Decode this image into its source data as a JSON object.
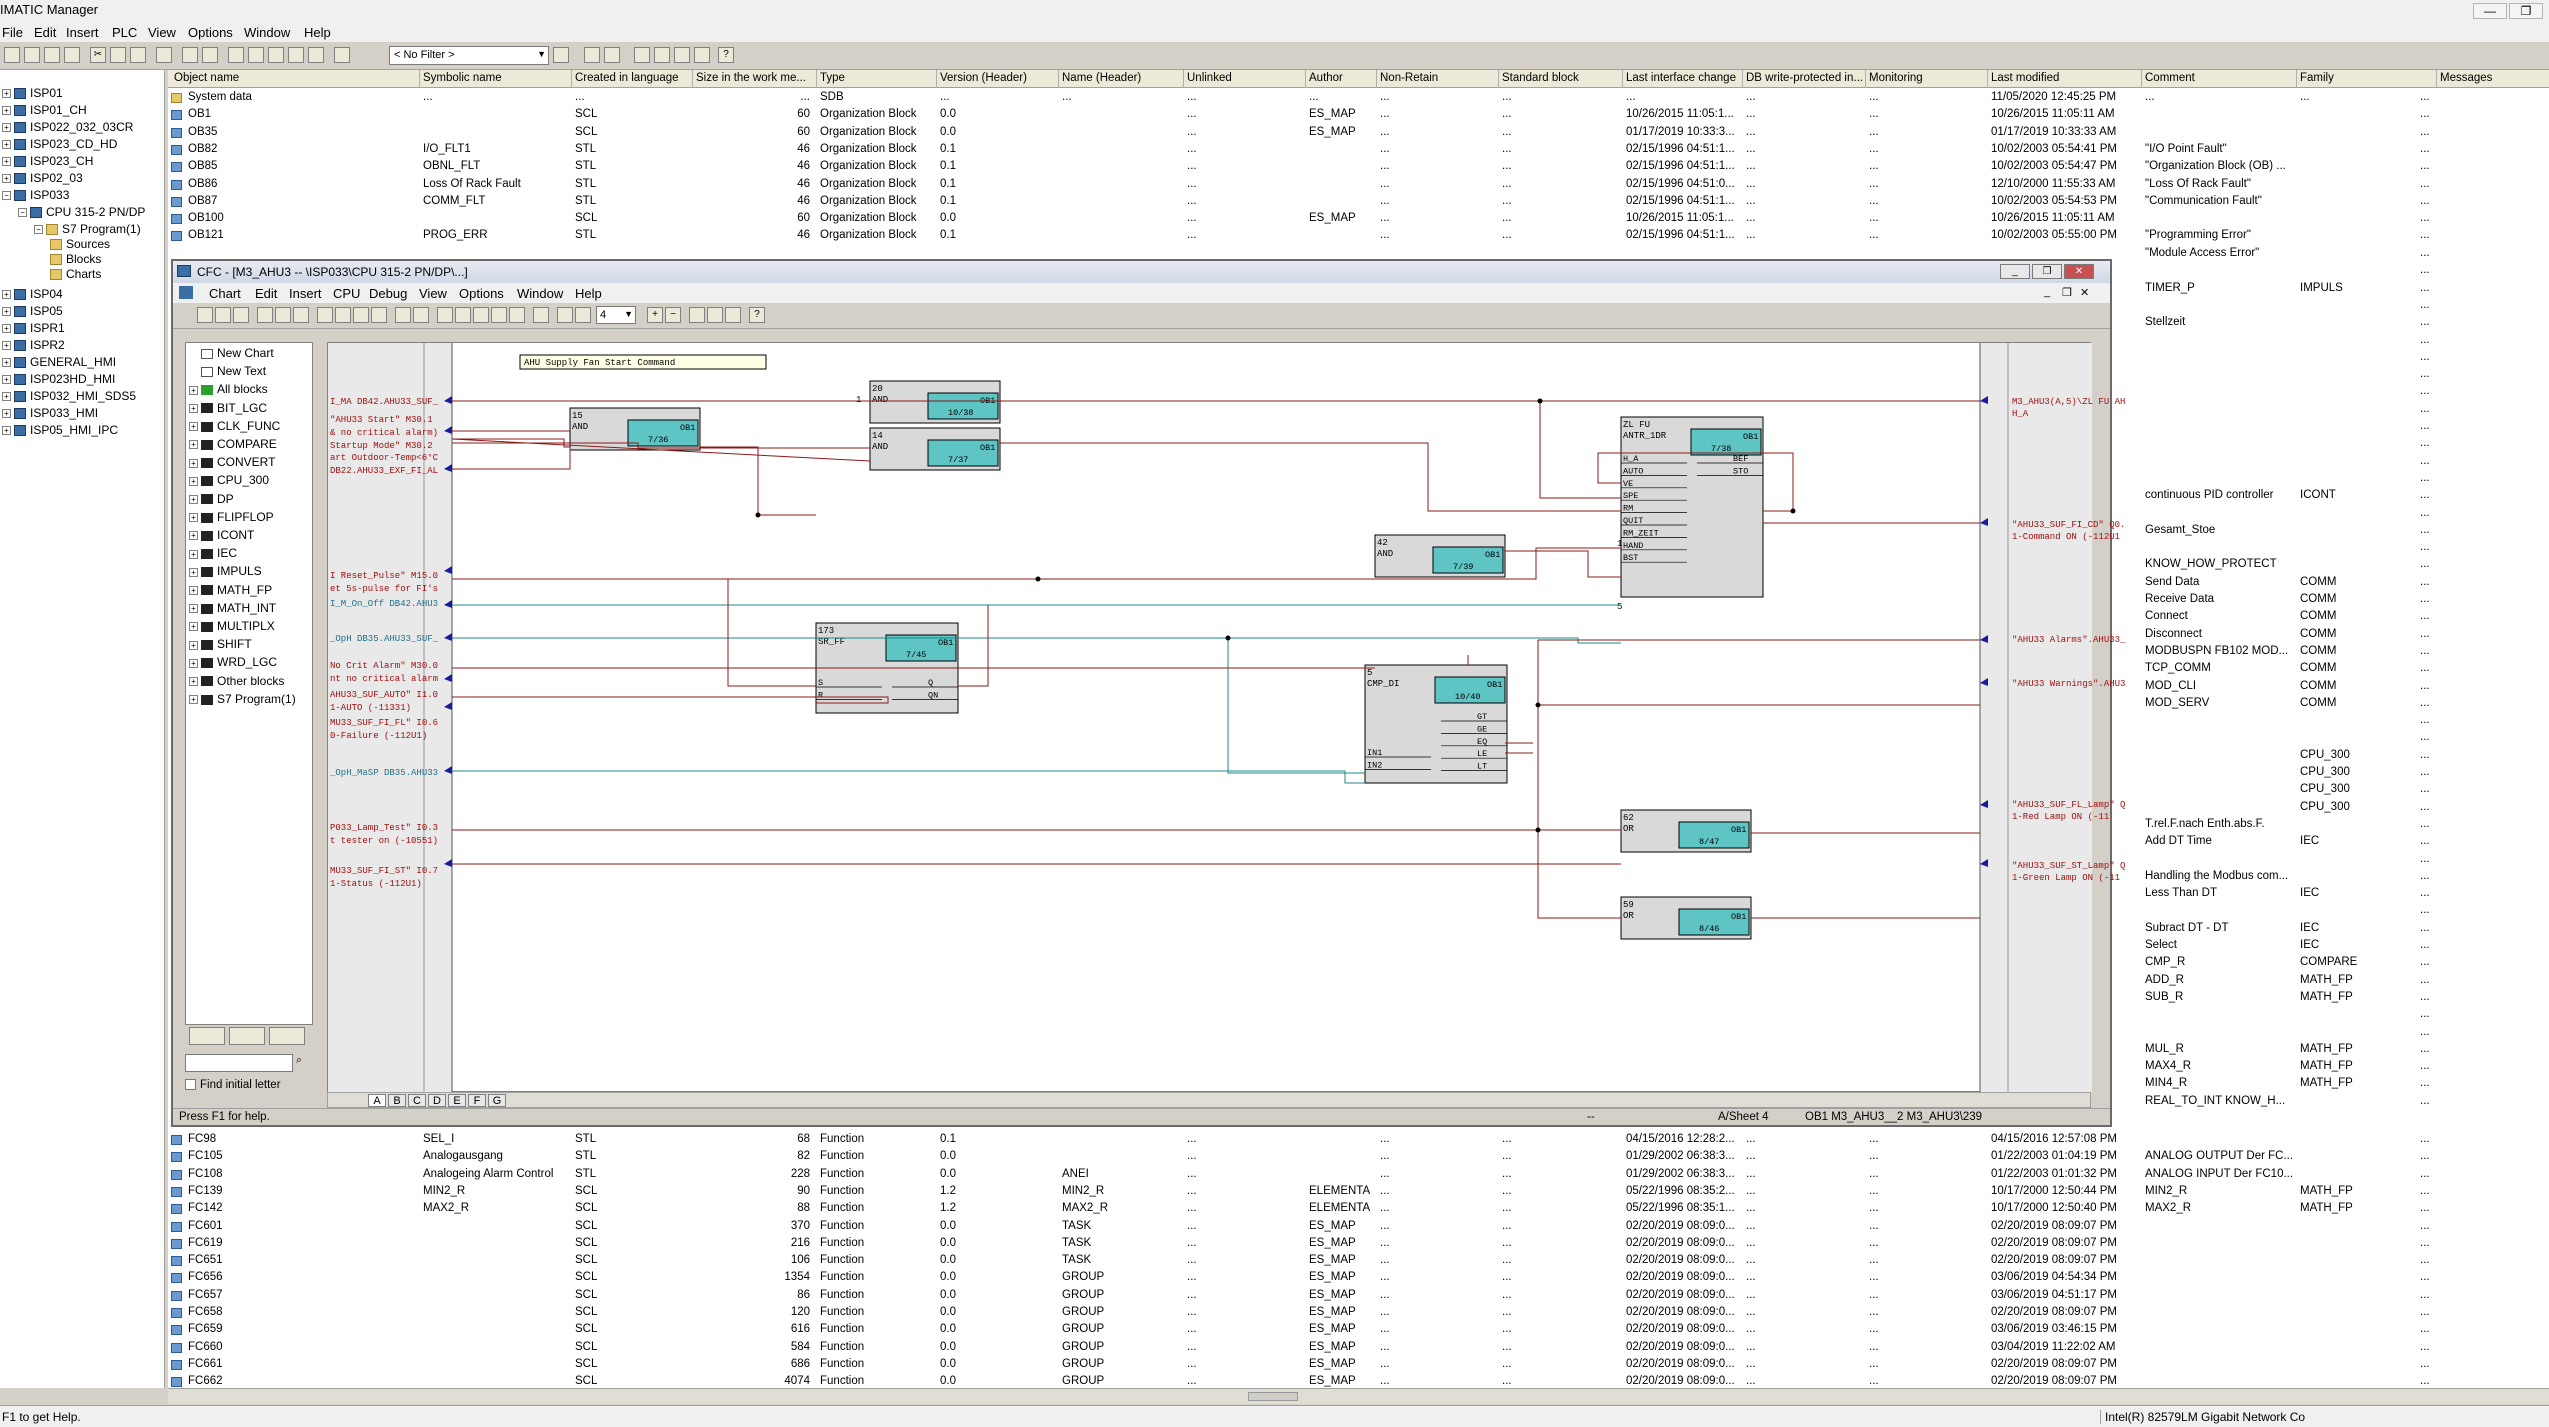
{
  "app": {
    "title": "IMATIC Manager",
    "window_controls": [
      "—",
      "❐",
      "✕"
    ],
    "menu": [
      "File",
      "Edit",
      "Insert",
      "PLC",
      "View",
      "Options",
      "Window",
      "Help"
    ],
    "filter_value": "< No Filter >"
  },
  "tree": [
    {
      "label": "ISP01",
      "expander": "+",
      "level": 0
    },
    {
      "label": "ISP01_CH",
      "expander": "+",
      "level": 0
    },
    {
      "label": "ISP022_032_03CR",
      "expander": "+",
      "level": 0
    },
    {
      "label": "ISP023_CD_HD",
      "expander": "+",
      "level": 0
    },
    {
      "label": "ISP023_CH",
      "expander": "+",
      "level": 0
    },
    {
      "label": "ISP02_03",
      "expander": "+",
      "level": 0
    },
    {
      "label": "ISP033",
      "expander": "−",
      "level": 0
    },
    {
      "label": "CPU 315-2 PN/DP",
      "expander": "−",
      "level": 1
    },
    {
      "label": "S7 Program(1)",
      "expander": "−",
      "level": 2
    },
    {
      "label": "Sources",
      "expander": "",
      "level": 3
    },
    {
      "label": "Blocks",
      "expander": "",
      "level": 3
    },
    {
      "label": "Charts",
      "expander": "",
      "level": 3
    },
    {
      "label": "ISP04",
      "expander": "+",
      "level": 0
    },
    {
      "label": "ISP05",
      "expander": "+",
      "level": 0
    },
    {
      "label": "ISPR1",
      "expander": "+",
      "level": 0
    },
    {
      "label": "ISPR2",
      "expander": "+",
      "level": 0
    },
    {
      "label": "GENERAL_HMI",
      "expander": "+",
      "level": 0
    },
    {
      "label": "ISP023HD_HMI",
      "expander": "+",
      "level": 0
    },
    {
      "label": "ISP032_HMI_SDS5",
      "expander": "+",
      "level": 0
    },
    {
      "label": "ISP033_HMI",
      "expander": "+",
      "level": 0
    },
    {
      "label": "ISP05_HMI_IPC",
      "expander": "+",
      "level": 0
    }
  ],
  "columns": [
    "Object name",
    "Symbolic name",
    "Created in language",
    "Size in the work me...",
    "Type",
    "Version (Header)",
    "Name (Header)",
    "Unlinked",
    "Author",
    "Non-Retain",
    "Standard block",
    "Last interface change",
    "DB write-protected in...",
    "Monitoring",
    "Last modified",
    "Comment",
    "Family",
    "Messages"
  ],
  "rows_top": [
    [
      "System data",
      "...",
      "...",
      "...",
      "SDB",
      "...",
      "...",
      "...",
      "...",
      "...",
      "...",
      "...",
      "...",
      "...",
      "11/05/2020 12:45:25 PM",
      "...",
      "...",
      "..."
    ],
    [
      "OB1",
      "",
      "SCL",
      "60",
      "Organization Block",
      "0.0",
      "",
      "...",
      "ES_MAP",
      "...",
      "...",
      "10/26/2015 11:05:1...",
      "...",
      "...",
      "10/26/2015 11:05:11 AM",
      "",
      "",
      "..."
    ],
    [
      "OB35",
      "",
      "SCL",
      "60",
      "Organization Block",
      "0.0",
      "",
      "...",
      "ES_MAP",
      "...",
      "...",
      "01/17/2019 10:33:3...",
      "...",
      "...",
      "01/17/2019 10:33:33 AM",
      "",
      "",
      "..."
    ],
    [
      "OB82",
      "I/O_FLT1",
      "STL",
      "46",
      "Organization Block",
      "0.1",
      "",
      "...",
      "",
      "...",
      "...",
      "02/15/1996 04:51:1...",
      "...",
      "...",
      "10/02/2003 05:54:41 PM",
      "\"I/O Point Fault\"",
      "",
      "..."
    ],
    [
      "OB85",
      "OBNL_FLT",
      "STL",
      "46",
      "Organization Block",
      "0.1",
      "",
      "...",
      "",
      "...",
      "...",
      "02/15/1996 04:51:1...",
      "...",
      "...",
      "10/02/2003 05:54:47 PM",
      "\"Organization Block (OB) ...",
      "",
      "..."
    ],
    [
      "OB86",
      "Loss Of Rack Fault",
      "STL",
      "46",
      "Organization Block",
      "0.1",
      "",
      "...",
      "",
      "...",
      "...",
      "02/15/1996 04:51:0...",
      "...",
      "...",
      "12/10/2000 11:55:33 AM",
      "\"Loss Of Rack Fault\"",
      "",
      "..."
    ],
    [
      "OB87",
      "COMM_FLT",
      "STL",
      "46",
      "Organization Block",
      "0.1",
      "",
      "...",
      "",
      "...",
      "...",
      "02/15/1996 04:51:1...",
      "...",
      "...",
      "10/02/2003 05:54:53 PM",
      "\"Communication Fault\"",
      "",
      "..."
    ],
    [
      "OB100",
      "",
      "SCL",
      "60",
      "Organization Block",
      "0.0",
      "",
      "...",
      "ES_MAP",
      "...",
      "...",
      "10/26/2015 11:05:1...",
      "...",
      "...",
      "10/26/2015 11:05:11 AM",
      "",
      "",
      "..."
    ],
    [
      "OB121",
      "PROG_ERR",
      "STL",
      "46",
      "Organization Block",
      "0.1",
      "",
      "...",
      "",
      "...",
      "...",
      "02/15/1996 04:51:1...",
      "...",
      "...",
      "10/02/2003 05:55:00 PM",
      "\"Programming Error\"",
      "",
      "..."
    ]
  ],
  "rows_side": [
    {
      "comment": "\"Module Access Error\"",
      "family": "",
      "msg": "..."
    },
    {
      "comment": "",
      "family": "",
      "msg": "..."
    },
    {
      "comment": "TIMER_P",
      "family": "IMPULS",
      "msg": "..."
    },
    {
      "comment": "",
      "family": "",
      "msg": "..."
    },
    {
      "comment": "Stellzeit",
      "family": "",
      "msg": "..."
    },
    {
      "comment": "",
      "family": "",
      "msg": "..."
    },
    {
      "comment": "",
      "family": "",
      "msg": "..."
    },
    {
      "comment": "",
      "family": "",
      "msg": "..."
    },
    {
      "comment": "",
      "family": "",
      "msg": "..."
    },
    {
      "comment": "",
      "family": "",
      "msg": "..."
    },
    {
      "comment": "",
      "family": "",
      "msg": "..."
    },
    {
      "comment": "",
      "family": "",
      "msg": "..."
    },
    {
      "comment": "",
      "family": "",
      "msg": "..."
    },
    {
      "comment": "",
      "family": "",
      "msg": "..."
    },
    {
      "comment": "continuous PID controller",
      "family": "ICONT",
      "msg": "..."
    },
    {
      "comment": "",
      "family": "",
      "msg": "..."
    },
    {
      "comment": "Gesamt_Stoe",
      "family": "",
      "msg": "..."
    },
    {
      "comment": "",
      "family": "",
      "msg": "..."
    },
    {
      "comment": "KNOW_HOW_PROTECT",
      "family": "",
      "msg": "..."
    },
    {
      "comment": "Send Data",
      "family": "COMM",
      "msg": "..."
    },
    {
      "comment": "Receive Data",
      "family": "COMM",
      "msg": "..."
    },
    {
      "comment": "Connect",
      "family": "COMM",
      "msg": "..."
    },
    {
      "comment": "Disconnect",
      "family": "COMM",
      "msg": "..."
    },
    {
      "comment": "MODBUSPN FB102 MOD...",
      "family": "COMM",
      "msg": "..."
    },
    {
      "comment": "TCP_COMM",
      "family": "COMM",
      "msg": "..."
    },
    {
      "comment": "MOD_CLI",
      "family": "COMM",
      "msg": "..."
    },
    {
      "comment": "MOD_SERV",
      "family": "COMM",
      "msg": "..."
    },
    {
      "comment": "",
      "family": "",
      "msg": "..."
    },
    {
      "comment": "",
      "family": "",
      "msg": "..."
    },
    {
      "comment": "",
      "family": "CPU_300",
      "msg": "..."
    },
    {
      "comment": "",
      "family": "CPU_300",
      "msg": "..."
    },
    {
      "comment": "",
      "family": "CPU_300",
      "msg": "..."
    },
    {
      "comment": "",
      "family": "CPU_300",
      "msg": "..."
    },
    {
      "comment": "T.rel.F.nach Enth.abs.F.",
      "family": "",
      "msg": "..."
    },
    {
      "comment": "Add DT Time",
      "family": "IEC",
      "msg": "..."
    },
    {
      "comment": "",
      "family": "",
      "msg": "..."
    },
    {
      "comment": "Handling the Modbus com...",
      "family": "",
      "msg": "..."
    },
    {
      "comment": "Less Than DT",
      "family": "IEC",
      "msg": "..."
    },
    {
      "comment": "",
      "family": "",
      "msg": "..."
    },
    {
      "comment": "Subract DT - DT",
      "family": "IEC",
      "msg": "..."
    },
    {
      "comment": "Select",
      "family": "IEC",
      "msg": "..."
    },
    {
      "comment": "CMP_R",
      "family": "COMPARE",
      "msg": "..."
    },
    {
      "comment": "ADD_R",
      "family": "MATH_FP",
      "msg": "..."
    },
    {
      "comment": "SUB_R",
      "family": "MATH_FP",
      "msg": "..."
    },
    {
      "comment": "",
      "family": "",
      "msg": "..."
    },
    {
      "comment": "",
      "family": "",
      "msg": "..."
    },
    {
      "comment": "MUL_R",
      "family": "MATH_FP",
      "msg": "..."
    },
    {
      "comment": "MAX4_R",
      "family": "MATH_FP",
      "msg": "..."
    },
    {
      "comment": "MIN4_R",
      "family": "MATH_FP",
      "msg": "..."
    },
    {
      "comment": "REAL_TO_INT KNOW_H...",
      "family": "",
      "msg": "..."
    }
  ],
  "rows_bottom": [
    [
      "FC98",
      "SEL_I",
      "STL",
      "68",
      "Function",
      "0.1",
      "",
      "...",
      "",
      "...",
      "...",
      "04/15/2016 12:28:2...",
      "...",
      "...",
      "04/15/2016 12:57:08 PM",
      "",
      "",
      "..."
    ],
    [
      "FC105",
      "Analogausgang",
      "STL",
      "82",
      "Function",
      "0.0",
      "",
      "...",
      "",
      "...",
      "...",
      "01/29/2002 06:38:3...",
      "...",
      "...",
      "01/22/2003 01:04:19 PM",
      "ANALOG OUTPUT Der FC...",
      "",
      "..."
    ],
    [
      "FC108",
      "Analogeing Alarm Control",
      "STL",
      "228",
      "Function",
      "0.0",
      "ANEI",
      "...",
      "",
      "...",
      "...",
      "01/29/2002 06:38:3...",
      "...",
      "...",
      "01/22/2003 01:01:32 PM",
      "ANALOG INPUT Der FC10...",
      "",
      "..."
    ],
    [
      "FC139",
      "MIN2_R",
      "SCL",
      "90",
      "Function",
      "1.2",
      "MIN2_R",
      "...",
      "ELEMENTA",
      "...",
      "...",
      "05/22/1996 08:35:2...",
      "...",
      "...",
      "10/17/2000 12:50:44 PM",
      "MIN2_R",
      "MATH_FP",
      "..."
    ],
    [
      "FC142",
      "MAX2_R",
      "SCL",
      "88",
      "Function",
      "1.2",
      "MAX2_R",
      "...",
      "ELEMENTA",
      "...",
      "...",
      "05/22/1996 08:35:1...",
      "...",
      "...",
      "10/17/2000 12:50:40 PM",
      "MAX2_R",
      "MATH_FP",
      "..."
    ],
    [
      "FC601",
      "",
      "SCL",
      "370",
      "Function",
      "0.0",
      "TASK",
      "...",
      "ES_MAP",
      "...",
      "...",
      "02/20/2019 08:09:0...",
      "...",
      "...",
      "02/20/2019 08:09:07 PM",
      "",
      "",
      "..."
    ],
    [
      "FC619",
      "",
      "SCL",
      "216",
      "Function",
      "0.0",
      "TASK",
      "...",
      "ES_MAP",
      "...",
      "...",
      "02/20/2019 08:09:0...",
      "...",
      "...",
      "02/20/2019 08:09:07 PM",
      "",
      "",
      "..."
    ],
    [
      "FC651",
      "",
      "SCL",
      "106",
      "Function",
      "0.0",
      "TASK",
      "...",
      "ES_MAP",
      "...",
      "...",
      "02/20/2019 08:09:0...",
      "...",
      "...",
      "02/20/2019 08:09:07 PM",
      "",
      "",
      "..."
    ],
    [
      "FC656",
      "",
      "SCL",
      "1354",
      "Function",
      "0.0",
      "GROUP",
      "...",
      "ES_MAP",
      "...",
      "...",
      "02/20/2019 08:09:0...",
      "...",
      "...",
      "03/06/2019 04:54:34 PM",
      "",
      "",
      "..."
    ],
    [
      "FC657",
      "",
      "SCL",
      "86",
      "Function",
      "0.0",
      "GROUP",
      "...",
      "ES_MAP",
      "...",
      "...",
      "02/20/2019 08:09:0...",
      "...",
      "...",
      "03/06/2019 04:51:17 PM",
      "",
      "",
      "..."
    ],
    [
      "FC658",
      "",
      "SCL",
      "120",
      "Function",
      "0.0",
      "GROUP",
      "...",
      "ES_MAP",
      "...",
      "...",
      "02/20/2019 08:09:0...",
      "...",
      "...",
      "02/20/2019 08:09:07 PM",
      "",
      "",
      "..."
    ],
    [
      "FC659",
      "",
      "SCL",
      "616",
      "Function",
      "0.0",
      "GROUP",
      "...",
      "ES_MAP",
      "...",
      "...",
      "02/20/2019 08:09:0...",
      "...",
      "...",
      "03/06/2019 03:46:15 PM",
      "",
      "",
      "..."
    ],
    [
      "FC660",
      "",
      "SCL",
      "584",
      "Function",
      "0.0",
      "GROUP",
      "...",
      "ES_MAP",
      "...",
      "...",
      "02/20/2019 08:09:0...",
      "...",
      "...",
      "03/04/2019 11:22:02 AM",
      "",
      "",
      "..."
    ],
    [
      "FC661",
      "",
      "SCL",
      "686",
      "Function",
      "0.0",
      "GROUP",
      "...",
      "ES_MAP",
      "...",
      "...",
      "02/20/2019 08:09:0...",
      "...",
      "...",
      "02/20/2019 08:09:07 PM",
      "",
      "",
      "..."
    ],
    [
      "FC662",
      "",
      "SCL",
      "4074",
      "Function",
      "0.0",
      "GROUP",
      "...",
      "ES_MAP",
      "...",
      "...",
      "02/20/2019 08:09:0...",
      "...",
      "...",
      "02/20/2019 08:09:07 PM",
      "",
      "",
      "..."
    ]
  ],
  "status": {
    "left": "F1 to get Help.",
    "right": "Intel(R) 82579LM Gigabit Network Co"
  },
  "cfc": {
    "title": "CFC - [M3_AHU3 --                            \\ISP033\\CPU 315-2 PN/DP\\...]",
    "menu": [
      "Chart",
      "Edit",
      "Insert",
      "CPU",
      "Debug",
      "View",
      "Options",
      "Window",
      "Help"
    ],
    "zoom_value": "4",
    "library": [
      {
        "label": "New Chart",
        "expander": ""
      },
      {
        "label": "New Text",
        "expander": ""
      },
      {
        "label": "All blocks",
        "expander": "+"
      },
      {
        "label": "BIT_LGC",
        "expander": "+"
      },
      {
        "label": "CLK_FUNC",
        "expander": "+"
      },
      {
        "label": "COMPARE",
        "expander": "+"
      },
      {
        "label": "CONVERT",
        "expander": "+"
      },
      {
        "label": "CPU_300",
        "expander": "+"
      },
      {
        "label": "DP",
        "expander": "+"
      },
      {
        "label": "FLIPFLOP",
        "expander": "+"
      },
      {
        "label": "ICONT",
        "expander": "+"
      },
      {
        "label": "IEC",
        "expander": "+"
      },
      {
        "label": "IMPULS",
        "expander": "+"
      },
      {
        "label": "MATH_FP",
        "expander": "+"
      },
      {
        "label": "MATH_INT",
        "expander": "+"
      },
      {
        "label": "MULTIPLX",
        "expander": "+"
      },
      {
        "label": "SHIFT",
        "expander": "+"
      },
      {
        "label": "WRD_LGC",
        "expander": "+"
      },
      {
        "label": "Other blocks",
        "expander": "+"
      },
      {
        "label": "S7 Program(1)",
        "expander": "+"
      }
    ],
    "find_label": "Find initial letter",
    "sheet_tabs": [
      "A",
      "B",
      "C",
      "D",
      "E",
      "F",
      "G"
    ],
    "chart_comment": "AHU Supply Fan Start Command",
    "left_signals": [
      "I_MA DB42.AHU33_SUF_",
      "\"AHU33 Start\" M30.1",
      "& no critical alarm)",
      " Startup Mode\" M30.2",
      "art Outdoor-Temp<6°C",
      "DB22.AHU33_EXF_FI_AL",
      "I Reset_Pulse\" M15.0",
      "et 5s-pulse for FI's",
      "I_M_On_Off DB42.AHU3",
      "_OpH DB35.AHU33_SUF_",
      "No Crit Alarm\" M30.0",
      "nt no critical alarm",
      "AHU33_SUF_AUTO\" I1.0",
      "1-AUTO  (-11331)",
      "MU33_SUF_FI_FL\" I0.6",
      " 0-Failure  (-112U1)",
      "_OpH_MaSP DB35.AHU33",
      "P033_Lamp_Test\" I0.3",
      "t tester on  (-10551)",
      "MU33_SUF_FI_ST\" I0.7",
      " 1-Status  (-112U1)"
    ],
    "right_signals": [
      "M3_AHU3(A,5)\\ZL FU AH",
      "H_A",
      "\"AHU33_SUF_FI_CD\" Q0.",
      "1-Command ON  (-112U1",
      "\"AHU33 Alarms\".AHU33_",
      "\"AHU33 Warnings\".AHU3",
      "\"AHU33_SUF_FL_Lamp\" Q",
      "1-Red Lamp ON  (-11",
      "\"AHU33_SUF_ST_Lamp\" Q",
      "1-Green Lamp ON  (-11"
    ],
    "blocks": [
      {
        "num": "15",
        "type": "AND",
        "ob": "OB1",
        "seq": "7/36"
      },
      {
        "num": "20",
        "type": "AND",
        "ob": "OB1",
        "seq": "10/38"
      },
      {
        "num": "14",
        "type": "AND",
        "ob": "OB1",
        "seq": "7/37"
      },
      {
        "num": "ZL FU",
        "type": "ANTR_1DR",
        "ob": "OB1",
        "seq": "7/38",
        "subtype": "ANTR_1DR",
        "pins_in": [
          "H_A",
          "AUTO",
          "VE",
          "SPE",
          "RM",
          "QUIT",
          "RM_ZEIT",
          "HAND",
          "BST"
        ],
        "pins_out": [
          "BEF",
          "STO"
        ]
      },
      {
        "num": "173",
        "type": "SR_FF",
        "ob": "OB1",
        "seq": "7/45",
        "pins_in": [
          "S",
          "R"
        ],
        "pins_out": [
          "Q",
          "QN"
        ]
      },
      {
        "num": "42",
        "type": "AND",
        "ob": "OB1",
        "seq": "7/39"
      },
      {
        "num": "5",
        "type": "CMP_DI",
        "ob": "OB1",
        "seq": "10/40",
        "pins_in": [
          "IN1",
          "IN2"
        ],
        "pins_out": [
          "GT",
          "GE",
          "EQ",
          "LE",
          "LT"
        ]
      },
      {
        "num": "62",
        "type": "OR",
        "ob": "OB1",
        "seq": "8/47"
      },
      {
        "num": "59",
        "type": "OR",
        "ob": "OB1",
        "seq": "8/46"
      }
    ],
    "const_1": "1",
    "const_5": "5",
    "status": {
      "help": "Press F1 for help.",
      "sep": "--",
      "sheet": "A/Sheet 4",
      "path": "OB1  M3_AHU3__2  M3_AHU3\\239"
    }
  },
  "colors": {
    "wire": "#8b1a1a",
    "wire_alt": "#1e8a8a",
    "block_fill": "#d9d9d9",
    "ob_fill": "#5ec4c4",
    "signal_text": "#a01010"
  }
}
